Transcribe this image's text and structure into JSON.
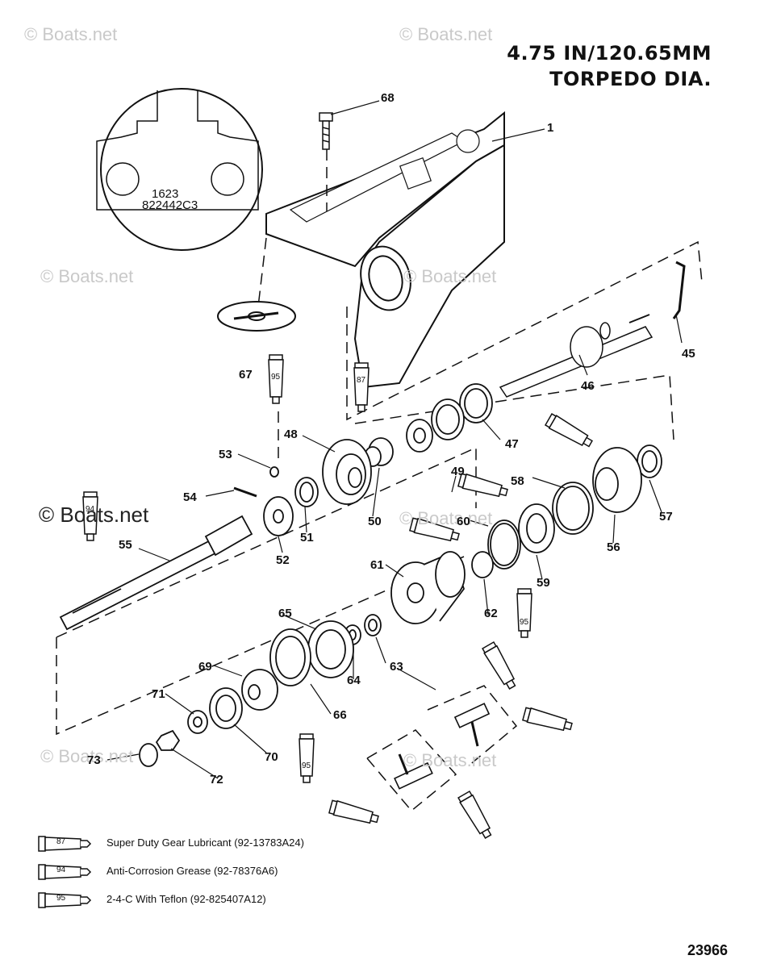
{
  "header": {
    "title_line1": "4.75 IN/120.65MM",
    "title_line2": "TORPEDO DIA."
  },
  "watermarks": [
    "© Boats.net",
    "© Boats.net",
    "© Boats.net",
    "© Boats.net",
    "© Boats.net",
    "© Boats.net",
    "© Boats.net",
    "© Boats.net"
  ],
  "casting_detail": {
    "line1": "1623",
    "line2": "822442C3"
  },
  "callouts": [
    "1",
    "68",
    "67",
    "45",
    "46",
    "47",
    "48",
    "53",
    "54",
    "55",
    "52",
    "51",
    "50",
    "49",
    "58",
    "57",
    "56",
    "60",
    "61",
    "62",
    "59",
    "65",
    "64",
    "63",
    "69",
    "66",
    "71",
    "70",
    "73",
    "72"
  ],
  "tube_labels": {
    "lube87": "87",
    "grease94": "94",
    "teflon95": "95"
  },
  "legend": [
    {
      "code": "87",
      "text": "Super Duty Gear Lubricant (92-13783A24)"
    },
    {
      "code": "94",
      "text": "Anti-Corrosion Grease (92-78376A6)"
    },
    {
      "code": "95",
      "text": "2-4-C  With Teflon (92-825407A12)"
    }
  ],
  "figure_number": "23966",
  "icons": [
    "lubricant-tube-icon"
  ],
  "colors": {
    "ink": "#111111",
    "watermark": "#c9c9c9",
    "background": "#ffffff"
  }
}
